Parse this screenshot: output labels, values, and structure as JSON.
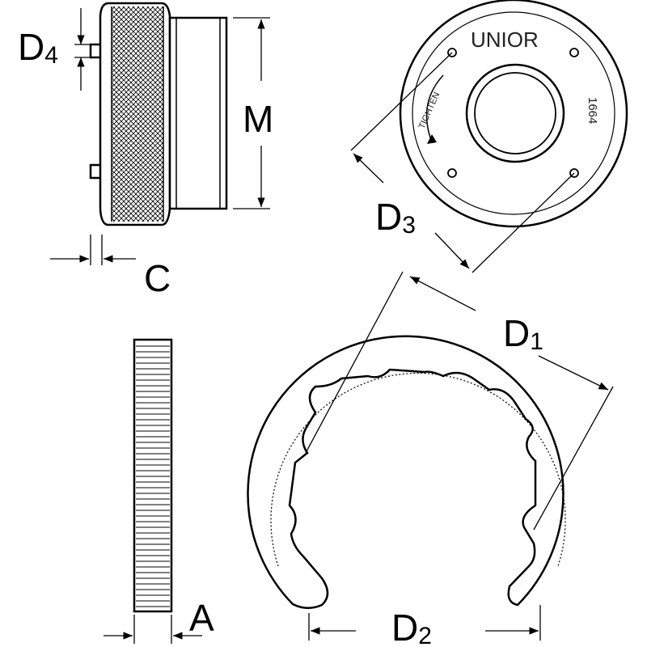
{
  "labels": {
    "d4": {
      "main": "D",
      "sub": "4"
    },
    "m": "M",
    "c": "C",
    "d3": {
      "main": "D",
      "sub": "3"
    },
    "d1": {
      "main": "D",
      "sub": "1"
    },
    "a": "A",
    "d2": {
      "main": "D",
      "sub": "2"
    }
  },
  "engraving": {
    "brand": "UNIOR",
    "part_number": "1664",
    "direction": "TIGHTEN"
  },
  "colors": {
    "line": "#000000",
    "background": "#ffffff"
  }
}
